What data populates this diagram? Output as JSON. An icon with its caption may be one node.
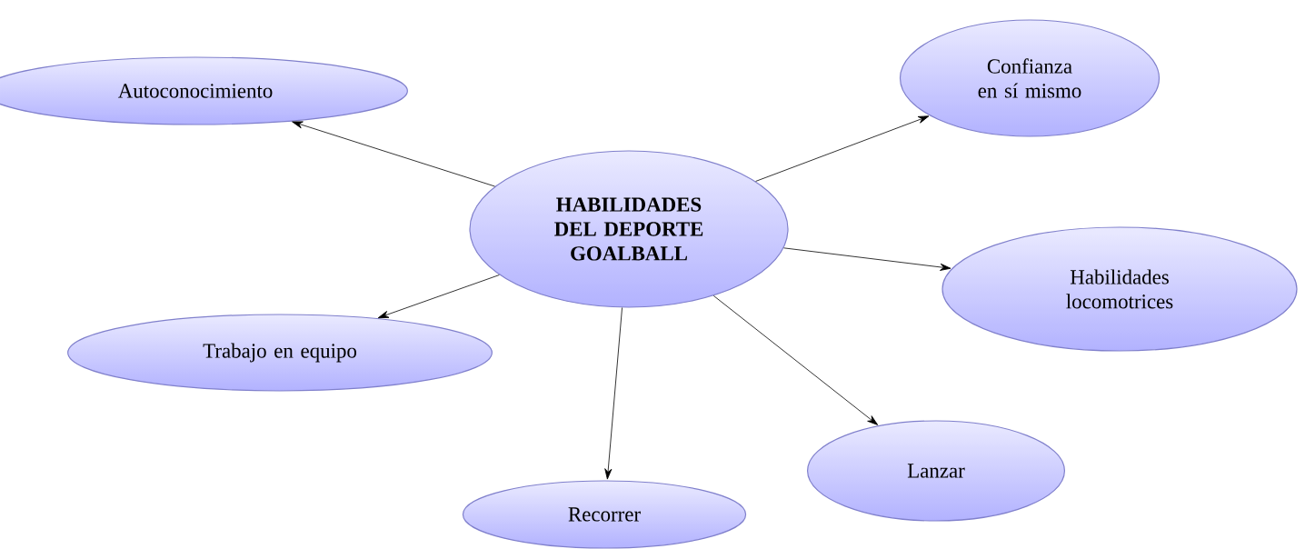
{
  "diagram": {
    "nodes": [
      {
        "text": [
          "HABILIDADES DEL DEPORTE GOALBALL"
        ]
      },
      {
        "text": [
          "Autoconocimiento"
        ]
      },
      {
        "text": [
          "Confianza en sí mismo"
        ]
      },
      {
        "text": [
          "Habilidades locomotrices"
        ]
      },
      {
        "text": [
          "Trabajo en equipo"
        ]
      },
      {
        "text": [
          "Lanzar"
        ]
      },
      {
        "text": [
          "Recorrer"
        ]
      }
    ],
    "edges": [
      {
        "from": 0,
        "to": 1,
        "arrow": "to"
      },
      {
        "from": 0,
        "to": 2,
        "arrow": "to"
      },
      {
        "from": 0,
        "to": 3,
        "arrow": "to"
      },
      {
        "from": 0,
        "to": 4,
        "arrow": "to"
      },
      {
        "from": 0,
        "to": 5,
        "arrow": "to"
      },
      {
        "from": 0,
        "to": 6,
        "arrow": "to"
      }
    ]
  }
}
